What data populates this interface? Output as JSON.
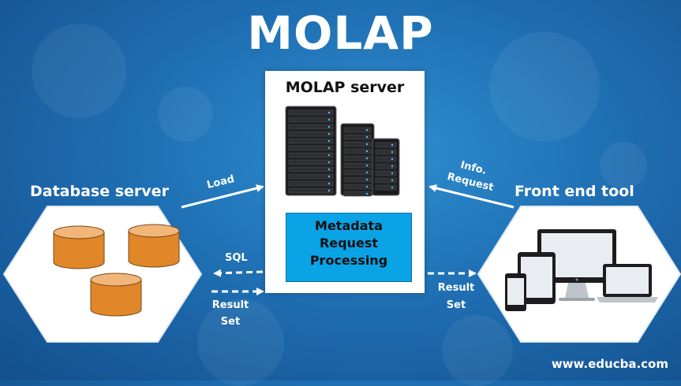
{
  "title": "MOLAP",
  "molap_server": {
    "title": "MOLAP server",
    "metadata_lines": [
      "Metadata",
      "Request",
      "Processing"
    ]
  },
  "database_server": {
    "title": "Database server"
  },
  "front_end": {
    "title": "Front end tool"
  },
  "arrows": {
    "load": "Load",
    "info_line1": "Info.",
    "info_line2": "Request",
    "sql": "SQL",
    "result_left_1": "Result",
    "result_left_2": "Set",
    "result_right_1": "Result",
    "result_right_2": "Set"
  },
  "footer": "www.educba.com",
  "colors": {
    "background": "#1f6fb3",
    "metadata_box": "#0aa3e6",
    "database_cylinder": "#e0872a"
  },
  "icons": [
    "server-rack-icon",
    "database-icon",
    "monitor-icon",
    "tablet-icon",
    "laptop-icon",
    "phone-icon"
  ]
}
